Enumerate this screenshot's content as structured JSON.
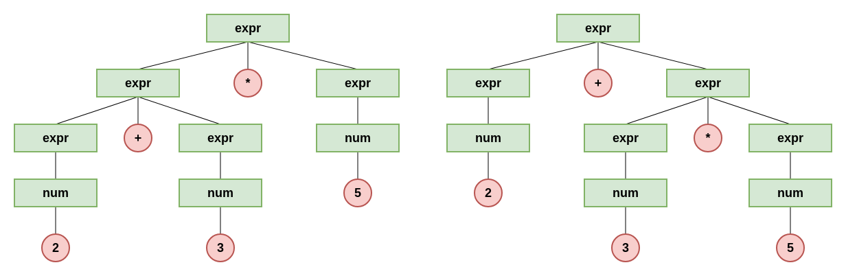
{
  "colors": {
    "rule_fill": "#d5e8d4",
    "rule_stroke": "#82b366",
    "token_fill": "#f8cecc",
    "token_stroke": "#b85450",
    "edge": "#000000",
    "text": "#000000"
  },
  "trees": [
    {
      "id": "left-tree",
      "nodes": {
        "root": {
          "label": "expr",
          "kind": "rule"
        },
        "l_expr": {
          "label": "expr",
          "kind": "rule"
        },
        "times": {
          "label": "*",
          "kind": "token"
        },
        "r_expr": {
          "label": "expr",
          "kind": "rule"
        },
        "ll_expr": {
          "label": "expr",
          "kind": "rule"
        },
        "plus": {
          "label": "+",
          "kind": "token"
        },
        "lr_expr": {
          "label": "expr",
          "kind": "rule"
        },
        "r_num": {
          "label": "num",
          "kind": "rule"
        },
        "ll_num": {
          "label": "num",
          "kind": "rule"
        },
        "lr_num": {
          "label": "num",
          "kind": "rule"
        },
        "r_val": {
          "label": "5",
          "kind": "token"
        },
        "ll_val": {
          "label": "2",
          "kind": "token"
        },
        "lr_val": {
          "label": "3",
          "kind": "token"
        }
      },
      "edges": [
        [
          "root",
          "l_expr"
        ],
        [
          "root",
          "times"
        ],
        [
          "root",
          "r_expr"
        ],
        [
          "l_expr",
          "ll_expr"
        ],
        [
          "l_expr",
          "plus"
        ],
        [
          "l_expr",
          "lr_expr"
        ],
        [
          "r_expr",
          "r_num"
        ],
        [
          "ll_expr",
          "ll_num"
        ],
        [
          "lr_expr",
          "lr_num"
        ],
        [
          "r_num",
          "r_val"
        ],
        [
          "ll_num",
          "ll_val"
        ],
        [
          "lr_num",
          "lr_val"
        ]
      ]
    },
    {
      "id": "right-tree",
      "nodes": {
        "root": {
          "label": "expr",
          "kind": "rule"
        },
        "l_expr": {
          "label": "expr",
          "kind": "rule"
        },
        "plus": {
          "label": "+",
          "kind": "token"
        },
        "r_expr": {
          "label": "expr",
          "kind": "rule"
        },
        "l_num": {
          "label": "num",
          "kind": "rule"
        },
        "rl_expr": {
          "label": "expr",
          "kind": "rule"
        },
        "times": {
          "label": "*",
          "kind": "token"
        },
        "rr_expr": {
          "label": "expr",
          "kind": "rule"
        },
        "l_val": {
          "label": "2",
          "kind": "token"
        },
        "rl_num": {
          "label": "num",
          "kind": "rule"
        },
        "rr_num": {
          "label": "num",
          "kind": "rule"
        },
        "rl_val": {
          "label": "3",
          "kind": "token"
        },
        "rr_val": {
          "label": "5",
          "kind": "token"
        }
      },
      "edges": [
        [
          "root",
          "l_expr"
        ],
        [
          "root",
          "plus"
        ],
        [
          "root",
          "r_expr"
        ],
        [
          "l_expr",
          "l_num"
        ],
        [
          "l_num",
          "l_val"
        ],
        [
          "r_expr",
          "rl_expr"
        ],
        [
          "r_expr",
          "times"
        ],
        [
          "r_expr",
          "rr_expr"
        ],
        [
          "rl_expr",
          "rl_num"
        ],
        [
          "rr_expr",
          "rr_num"
        ],
        [
          "rl_num",
          "rl_val"
        ],
        [
          "rr_num",
          "rr_val"
        ]
      ]
    }
  ]
}
